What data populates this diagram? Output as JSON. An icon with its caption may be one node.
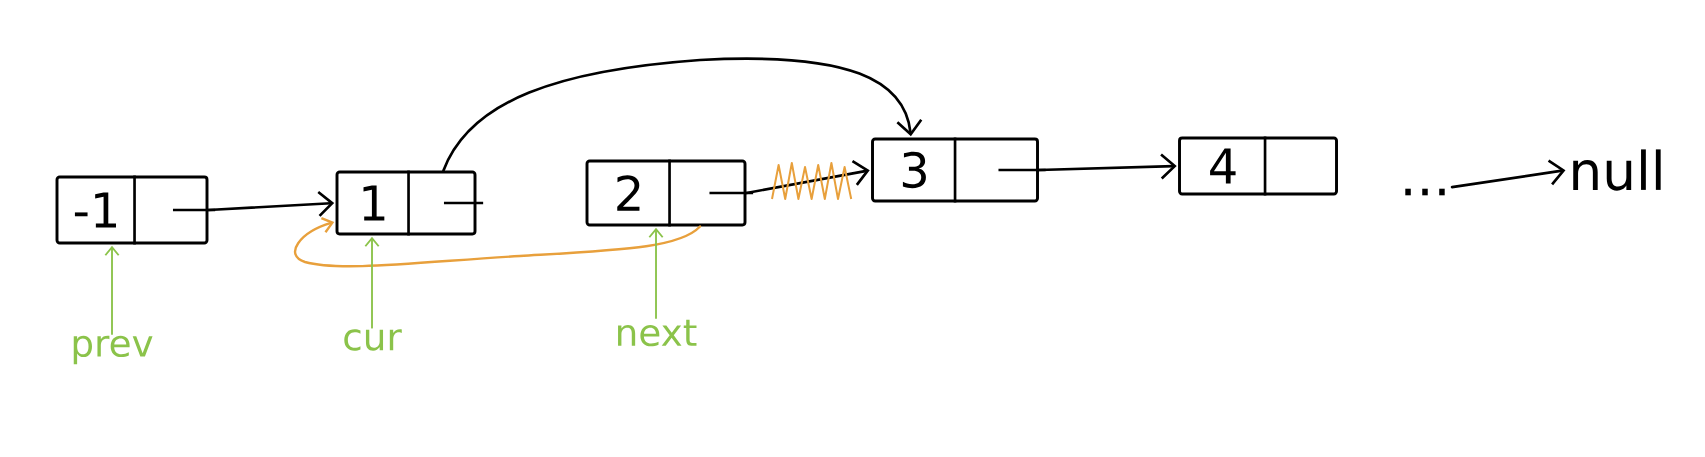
{
  "diagram": {
    "nodes": [
      {
        "text": [
          "-1"
        ]
      },
      {
        "text": [
          "1"
        ]
      },
      {
        "text": [
          "2"
        ]
      },
      {
        "text": [
          "3"
        ]
      },
      {
        "text": [
          "4"
        ]
      },
      {
        "text": [
          "..."
        ]
      },
      {
        "text": [
          "null"
        ]
      },
      {
        "text": [
          "prev"
        ]
      },
      {
        "text": [
          "cur"
        ]
      },
      {
        "text": [
          "next"
        ]
      }
    ],
    "edges": [
      {
        "from": 0,
        "to": 1,
        "arrow": "to"
      },
      {
        "from": 1,
        "to": 3,
        "arrow": "to"
      },
      {
        "from": 2,
        "to": 3,
        "arrow": "to"
      },
      {
        "from": 2,
        "to": 1,
        "arrow": "to",
        "color": "#e8a03c"
      },
      {
        "from": 3,
        "to": 4,
        "arrow": "to"
      },
      {
        "from": 5,
        "to": 6,
        "arrow": "to"
      },
      {
        "from": 7,
        "to": 0,
        "arrow": "to",
        "color": "#8bc34a"
      },
      {
        "from": 8,
        "to": 1,
        "arrow": "to",
        "color": "#8bc34a"
      },
      {
        "from": 9,
        "to": 2,
        "arrow": "to",
        "color": "#8bc34a"
      }
    ]
  }
}
